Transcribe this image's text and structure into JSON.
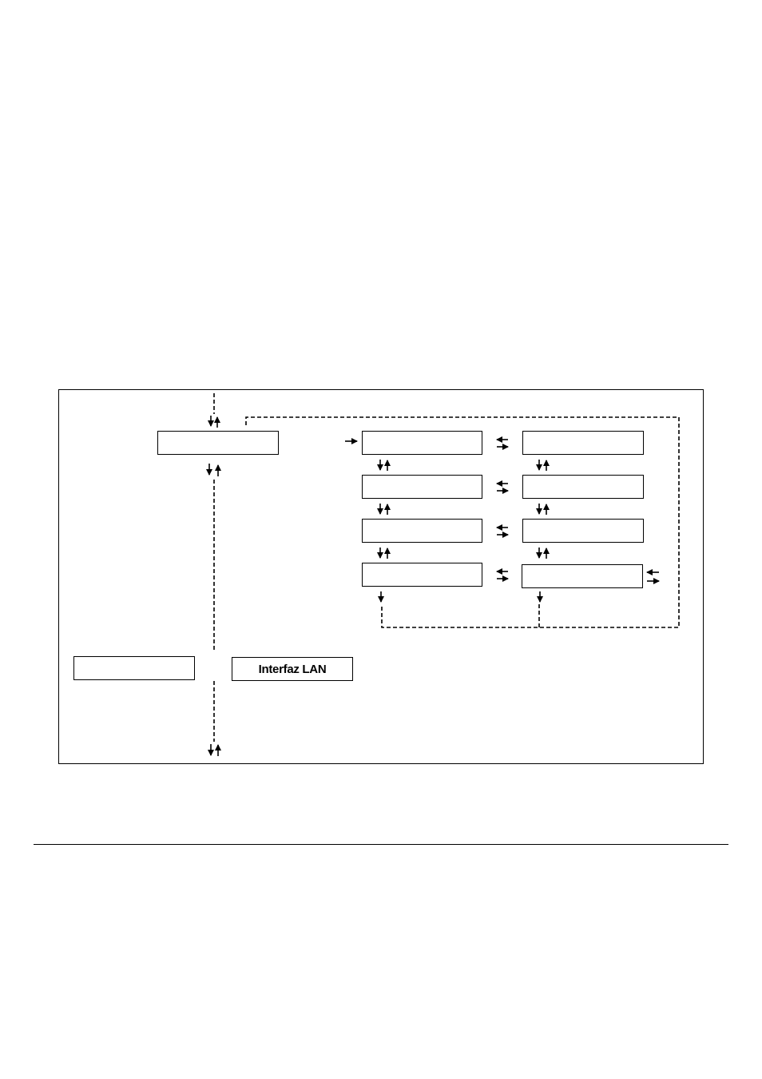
{
  "diagram": {
    "nodes": [
      {
        "id": "menu-top",
        "label": ""
      },
      {
        "id": "sub-1-left",
        "label": ""
      },
      {
        "id": "sub-1-right",
        "label": ""
      },
      {
        "id": "sub-2-left",
        "label": ""
      },
      {
        "id": "sub-2-right",
        "label": ""
      },
      {
        "id": "sub-3-left",
        "label": ""
      },
      {
        "id": "sub-3-right",
        "label": ""
      },
      {
        "id": "sub-4-left",
        "label": ""
      },
      {
        "id": "sub-4-right",
        "label": ""
      },
      {
        "id": "menu-bottom-left",
        "label": ""
      },
      {
        "id": "menu-lan",
        "label": "Interfaz LAN"
      }
    ],
    "line_color": "#000000",
    "background": "#ffffff"
  }
}
